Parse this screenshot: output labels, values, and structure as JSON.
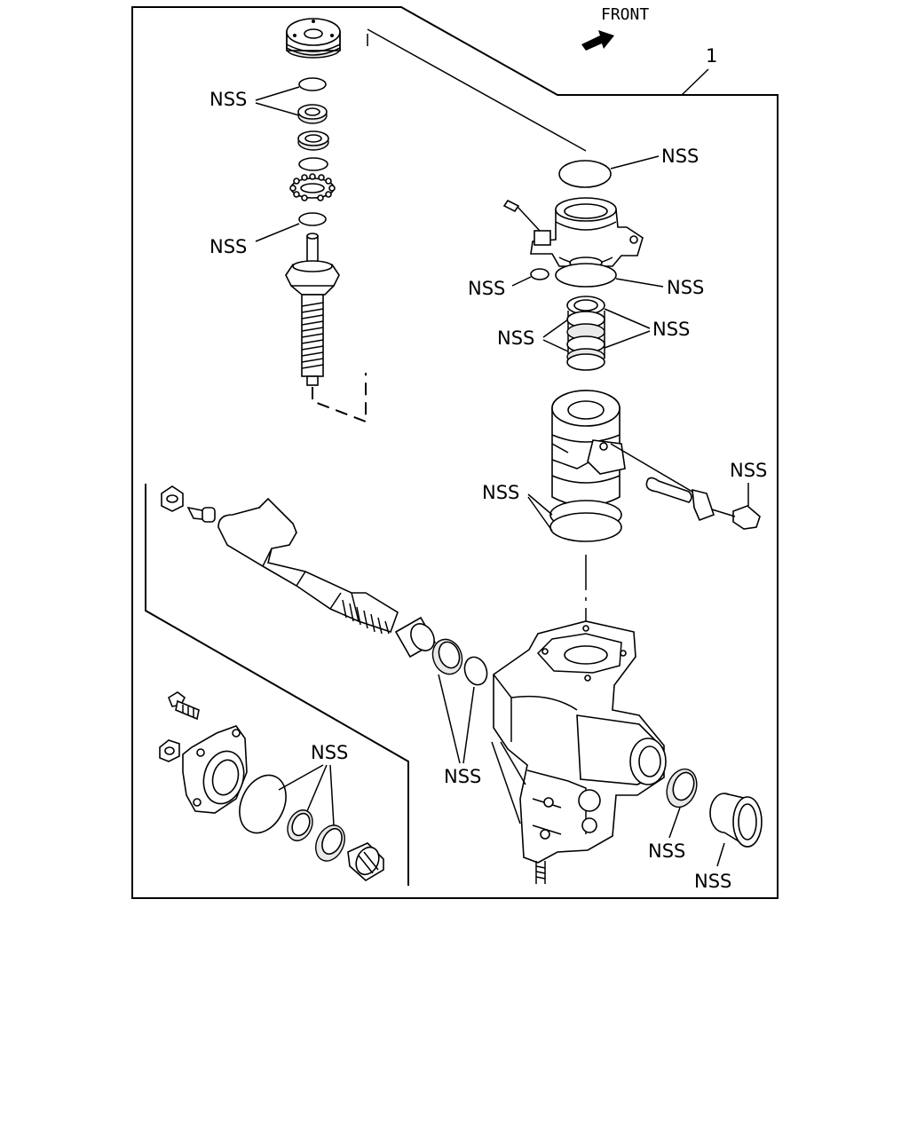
{
  "header": {
    "front_label": "FRONT",
    "assembly_callout": "1"
  },
  "labels": {
    "nss": "NSS"
  }
}
